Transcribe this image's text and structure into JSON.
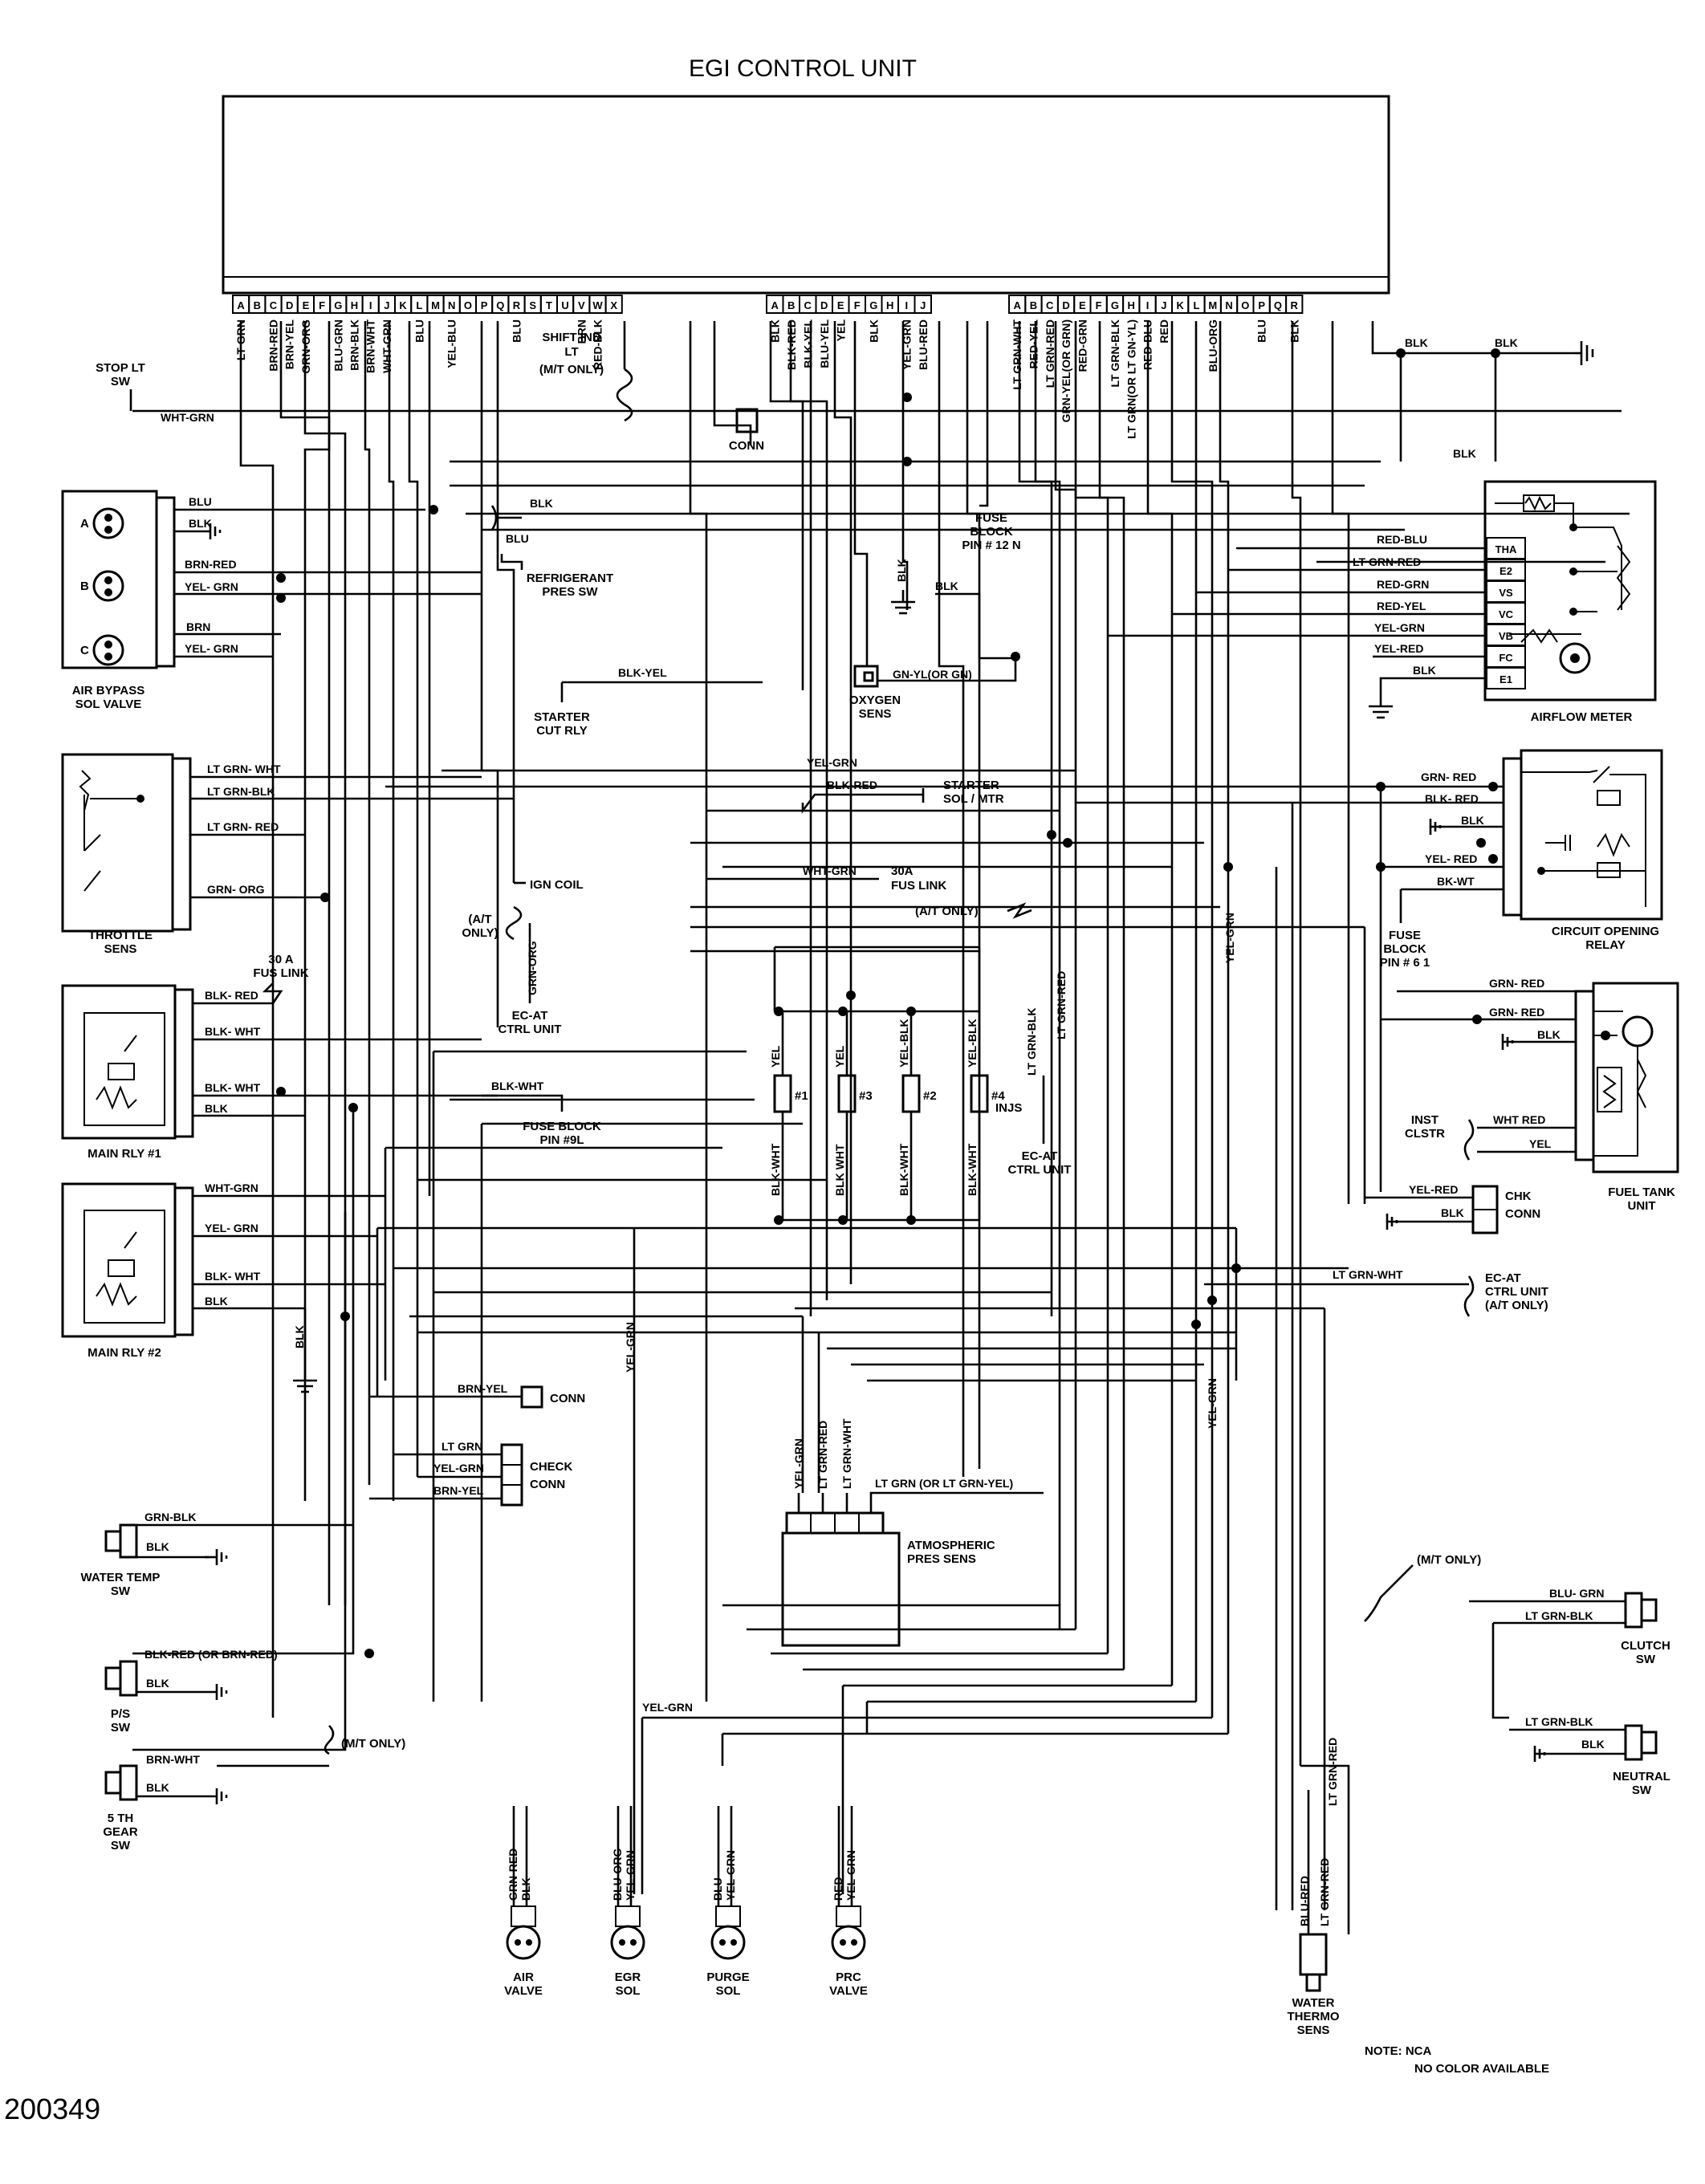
{
  "title": "EGI CONTROL UNIT",
  "figure_number": "200349",
  "note": {
    "label": "NOTE: NCA",
    "text": "NO COLOR AVAILABLE"
  },
  "connectors": {
    "left": [
      "A",
      "B",
      "C",
      "D",
      "E",
      "F",
      "G",
      "H",
      "I",
      "J",
      "K",
      "L",
      "M",
      "N",
      "O",
      "P",
      "Q",
      "R",
      "S",
      "T",
      "U",
      "V",
      "W",
      "X"
    ],
    "mid": [
      "A",
      "B",
      "C",
      "D",
      "E",
      "F",
      "G",
      "H",
      "I",
      "J"
    ],
    "right": [
      "A",
      "B",
      "C",
      "D",
      "E",
      "F",
      "G",
      "H",
      "I",
      "J",
      "K",
      "L",
      "M",
      "N",
      "O",
      "P",
      "Q",
      "R"
    ]
  },
  "pin_wires": [
    {
      "pin": "left.A",
      "color": "LT GRN"
    },
    {
      "pin": "left.C",
      "color": "BRN-RED"
    },
    {
      "pin": "left.D",
      "color": "BRN-YEL"
    },
    {
      "pin": "left.E",
      "color": "GRN-ORG"
    },
    {
      "pin": "left.G",
      "color": "BLU-GRN"
    },
    {
      "pin": "left.H",
      "color": "BRN-BLK"
    },
    {
      "pin": "left.I",
      "color": "BRN-WHT"
    },
    {
      "pin": "left.J",
      "color": "WHT-GRN"
    },
    {
      "pin": "left.L",
      "color": "BLU"
    },
    {
      "pin": "left.N",
      "color": "YEL-BLU"
    },
    {
      "pin": "left.R",
      "color": "BLU"
    },
    {
      "pin": "left.V",
      "color": "BRN"
    },
    {
      "pin": "left.W",
      "color": "RED-BLK"
    },
    {
      "pin": "mid.A",
      "color": "BLK"
    },
    {
      "pin": "mid.B",
      "color": "BLK-RED"
    },
    {
      "pin": "mid.C",
      "color": "BLK-YEL"
    },
    {
      "pin": "mid.D",
      "color": "BLU-YEL"
    },
    {
      "pin": "mid.E",
      "color": "YEL"
    },
    {
      "pin": "mid.G",
      "color": "BLK"
    },
    {
      "pin": "mid.I",
      "color": "YEL-GRN"
    },
    {
      "pin": "mid.J",
      "color": "BLU-RED"
    },
    {
      "pin": "right.A",
      "color": "LT GRN-WHT"
    },
    {
      "pin": "right.B",
      "color": "RED-YEL"
    },
    {
      "pin": "right.C",
      "color": "LT GRN-RED"
    },
    {
      "pin": "right.D",
      "color": "GRN-YEL(OR GRN)"
    },
    {
      "pin": "right.E",
      "color": "RED-GRN"
    },
    {
      "pin": "right.G",
      "color": "LT GRN-BLK"
    },
    {
      "pin": "right.H",
      "color": "LT GRN(OR LT GN-YL)"
    },
    {
      "pin": "right.I",
      "color": "RED-BLU"
    },
    {
      "pin": "right.J",
      "color": "RED"
    },
    {
      "pin": "right.M",
      "color": "BLU-ORG"
    },
    {
      "pin": "right.P",
      "color": "BLU"
    },
    {
      "pin": "right.R",
      "color": "BLK"
    }
  ],
  "components": {
    "stop_lt_sw": [
      "STOP LT",
      "SW"
    ],
    "shift_ind": [
      "SHIFT IND",
      "LT",
      "(M/T ONLY)"
    ],
    "conn_top": "CONN",
    "fuse_block_12n": [
      "FUSE",
      "BLOCK",
      "PIN # 12 N"
    ],
    "air_bypass": [
      "AIR BYPASS",
      "SOL VALVE"
    ],
    "air_bypass_pins": [
      "A",
      "B",
      "C"
    ],
    "refrigerant": [
      "REFRIGERANT",
      "PRES SW"
    ],
    "starter_cut": [
      "STARTER",
      "CUT RLY"
    ],
    "oxygen": [
      "OXYGEN",
      "SENS"
    ],
    "airflow": "AIRFLOW METER",
    "airflow_terms": [
      "THA",
      "E2",
      "VS",
      "VC",
      "VB",
      "FC",
      "E1"
    ],
    "throttle": [
      "THROTTLE",
      "SENS"
    ],
    "starter_sol": [
      "STARTER",
      "SOL / MTR"
    ],
    "fus_link_30a": [
      "30A",
      "FUS LINK"
    ],
    "ign_coil": "IGN COIL",
    "ec_at_1": [
      "EC-AT",
      "CTRL UNIT"
    ],
    "at_only": "(A/T ONLY)",
    "at_only_2": [
      "(A/T",
      "ONLY)"
    ],
    "circuit_opening": [
      "CIRCUIT OPENING",
      "RELAY"
    ],
    "fuse_block_61": [
      "FUSE",
      "BLOCK",
      "PIN # 6 1"
    ],
    "fus_link_30a_2": [
      "30 A",
      "FUS LINK"
    ],
    "main_rly_1": "MAIN RLY #1",
    "fuse_block_9l": [
      "FUSE BLOCK",
      "PIN #9L"
    ],
    "injectors": [
      "#1",
      "#3",
      "#2",
      "#4"
    ],
    "injs": "INJS",
    "ec_at_2": [
      "EC-AT",
      "CTRL UNIT"
    ],
    "inst_clstr": [
      "INST",
      "CLSTR"
    ],
    "fuel_tank": [
      "FUEL TANK",
      "UNIT"
    ],
    "chk_conn": [
      "CHK",
      "CONN"
    ],
    "main_rly_2": "MAIN RLY #2",
    "ec_at_3": [
      "EC-AT",
      "CTRL UNIT",
      "(A/T ONLY)"
    ],
    "conn_mid": "CONN",
    "check_conn": [
      "CHECK",
      "CONN"
    ],
    "water_temp": [
      "WATER TEMP",
      "SW"
    ],
    "atmospheric": [
      "ATMOSPHERIC",
      "PRES SENS"
    ],
    "mt_only": "(M/T ONLY)",
    "mt_only_2": "(M/T ONLY)",
    "clutch": [
      "CLUTCH",
      "SW"
    ],
    "ps_sw": [
      "P/S",
      "SW"
    ],
    "neutral": [
      "NEUTRAL",
      "SW"
    ],
    "fifth_gear": [
      "5 TH",
      "GEAR",
      "SW"
    ],
    "air_valve": [
      "AIR",
      "VALVE"
    ],
    "egr_sol": [
      "EGR",
      "SOL"
    ],
    "purge_sol": [
      "PURGE",
      "SOL"
    ],
    "prc_valve": [
      "PRC",
      "VALVE"
    ],
    "water_thermo": [
      "WATER",
      "THERMO",
      "SENS"
    ]
  },
  "wire_labels": {
    "wht_grn_stop": "WHT-GRN",
    "blu_a": "BLU",
    "blk_a": "BLK",
    "brn_red_b": "BRN-RED",
    "yel_grn_b": "YEL- GRN",
    "brn_c": "BRN",
    "yel_grn_c": "YEL- GRN",
    "blk_ref": "BLK",
    "blu_ref": "BLU",
    "blk_yel_starter": "BLK-YEL",
    "gn_yl_oxy": "GN-YL(OR GN)",
    "blk_fuse12": "BLK",
    "blk_mid": "BLK",
    "blk_right1": "BLK",
    "blk_right2": "BLK",
    "blk_right3": "BLK",
    "red_blu_thA": "RED-BLU",
    "lt_grn_red_e2": "LT GRN-RED",
    "red_grn_vs": "RED-GRN",
    "red_yel_vc": "RED-YEL",
    "yel_grn_vb": "YEL-GRN",
    "yel_red_fc": "YEL-RED",
    "blk_e1": "BLK",
    "lt_grn_wht_th": "LT GRN- WHT",
    "lt_grn_blk_th": "LT GRN-BLK",
    "lt_grn_red_th": "LT GRN- RED",
    "grn_org_th": "GRN- ORG",
    "yel_grn_starter": "YEL-GRN",
    "blk_red_starter": "BLK-RED",
    "wht_grn_30a": "WHT-GRN",
    "grn_red_cor": "GRN- RED",
    "blk_red_cor": "BLK- RED",
    "blk_cor": "BLK",
    "yel_red_cor": "YEL- RED",
    "bk_wt_cor": "BK-WT",
    "grn_org_ign": "GRN-ORG",
    "yel_grn_vert": "YEL-GRN",
    "lt_grn_blk_ecat": "LT GRN-BLK",
    "lt_grn_red_vert": "LT GRN-RED",
    "blk_red_rly1": "BLK- RED",
    "blk_wht_rly1": "BLK- WHT",
    "blk_wht_rly1b": "BLK- WHT",
    "blk_rly1": "BLK",
    "blk_wht_fuse9": "BLK-WHT",
    "inj_top": [
      "YEL",
      "YEL",
      "YEL-BLK",
      "YEL-BLK"
    ],
    "inj_bot": [
      "BLK-WHT",
      "BLK WHT",
      "BLK-WHT",
      "BLK-WHT"
    ],
    "grn_red_ft": "GRN- RED",
    "grn_red_ft2": "GRN- RED",
    "blk_ft": "BLK",
    "wht_red_ft": "WHT RED",
    "yel_ft": "YEL",
    "yel_red_chk": "YEL-RED",
    "blk_chk": "BLK",
    "wht_grn_rly2": "WHT-GRN",
    "yel_grn_rly2": "YEL- GRN",
    "blk_wht_rly2": "BLK- WHT",
    "blk_rly2": "BLK",
    "blk_gnd": "BLK",
    "lt_grn_wht_ecat": "LT GRN-WHT",
    "yel_grn_left": "YEL-GRN",
    "yel_grn_right": "YEL-GRN",
    "brn_yel_conn": "BRN-YEL",
    "lt_grn_chk": "LT GRN",
    "yel_grn_chk": "YEL-GRN",
    "brn_yel_chk": "BRN-YEL",
    "grn_blk_wt": "GRN-BLK",
    "blk_wt": "BLK",
    "atm_pins": [
      "YEL-GRN",
      "LT GRN-RED",
      "LT GRN-WHT"
    ],
    "lt_grn_atm": "LT GRN (OR LT GRN-YEL)",
    "blu_grn_cl": "BLU- GRN",
    "lt_grn_blk_cl": "LT GRN-BLK",
    "blk_red_ps": "BLK-RED (OR BRN-RED)",
    "blk_ps": "BLK",
    "yel_grn_bottom": "YEL-GRN",
    "lt_grn_blk_n": "LT GRN-BLK",
    "blk_n": "BLK",
    "brn_wht_5": "BRN-WHT",
    "blk_5": "BLK",
    "lt_grn_red_bot": "LT GRN-RED",
    "lt_grn_red_bot2": "LT GRN-RED",
    "air_valve_w": [
      "GRN-RED",
      "BLK"
    ],
    "egr_w": [
      "BLU-ORG",
      "YEL-GRN"
    ],
    "purge_w": [
      "BLU",
      "YEL-GRN"
    ],
    "prc_w": [
      "RED",
      "YEL-GRN"
    ],
    "thermo_w": [
      "BLU-RED",
      "LT GRN-RED"
    ]
  }
}
